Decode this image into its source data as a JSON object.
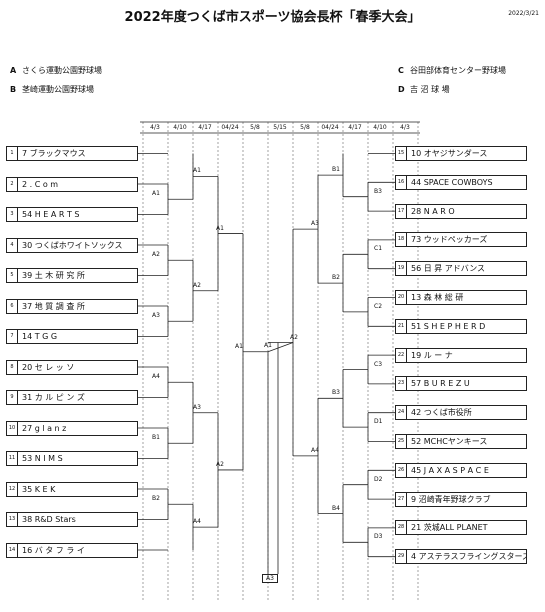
{
  "title": "2022年度つくば市スポーツ協会長杯「春季大会」",
  "date": "2022/3/21",
  "venues": [
    {
      "code": "A",
      "name": "さくら運動公園野球場"
    },
    {
      "code": "B",
      "name": "茎崎運動公園野球場"
    },
    {
      "code": "C",
      "name": "谷田部体育センター野球場"
    },
    {
      "code": "D",
      "name": "吉 沼 球 場"
    }
  ],
  "round_headers": [
    "4/3",
    "4/10",
    "4/17",
    "04/24",
    "5/8",
    "5/15",
    "5/8",
    "04/24",
    "4/17",
    "4/10",
    "4/3"
  ],
  "left_teams": [
    {
      "seed": "1",
      "name": "7 ブラックマウス"
    },
    {
      "seed": "2",
      "name": "2 .  C o m"
    },
    {
      "seed": "3",
      "name": "54 H E A R T S"
    },
    {
      "seed": "4",
      "name": "30 つくばホワイトソックス"
    },
    {
      "seed": "5",
      "name": "39 土 木 研 究 所"
    },
    {
      "seed": "6",
      "name": "37 地 質 調 査 所"
    },
    {
      "seed": "7",
      "name": "14 T    G    G"
    },
    {
      "seed": "8",
      "name": "20 セ  レ  ッ  ソ"
    },
    {
      "seed": "9",
      "name": "31 カ ル ピ ン ズ"
    },
    {
      "seed": "10",
      "name": "27 g  l a n z"
    },
    {
      "seed": "11",
      "name": "53 N  I  M  S"
    },
    {
      "seed": "12",
      "name": "35 K    E    K"
    },
    {
      "seed": "13",
      "name": "38 R&D Stars"
    },
    {
      "seed": "14",
      "name": "16 バ タ フ ラ イ"
    }
  ],
  "right_teams": [
    {
      "seed": "15",
      "name": "10 オヤジサンダース"
    },
    {
      "seed": "16",
      "name": "44 SPACE COWBOYS"
    },
    {
      "seed": "17",
      "name": "28 N  A  R  O"
    },
    {
      "seed": "18",
      "name": "73 ウッドペッカーズ"
    },
    {
      "seed": "19",
      "name": "56 日 昇 アドバンス"
    },
    {
      "seed": "20",
      "name": "13 森   林   総   研"
    },
    {
      "seed": "21",
      "name": "51 S H E P H E R D"
    },
    {
      "seed": "22",
      "name": "19 ル    ー    ナ"
    },
    {
      "seed": "23",
      "name": "57 B U R E Z U"
    },
    {
      "seed": "24",
      "name": "42 つくば市役所"
    },
    {
      "seed": "25",
      "name": "52 MCHCヤンキース"
    },
    {
      "seed": "26",
      "name": "45 J A X A  S P A C E"
    },
    {
      "seed": "27",
      "name": "9  沼崎青年野球クラブ"
    },
    {
      "seed": "28",
      "name": "21 茨城ALL PLANET"
    },
    {
      "seed": "29",
      "name": "4  アステラスフライングスターズ"
    }
  ],
  "match_labels": {
    "L_A1a": "A1",
    "L_A1b": "A1",
    "L_A2a": "A2",
    "L_A3a": "A3",
    "L_A4a": "A4",
    "L_B1": "B1",
    "L_B2": "B2",
    "L_A1c": "A1",
    "L_A2b": "A2",
    "L_A3b": "A3",
    "L_A4b": "A4",
    "L_A1d": "A1",
    "L_A2c": "A2",
    "L_A1e": "A1",
    "R_B1": "B1",
    "R_B3a": "B3",
    "R_C1": "C1",
    "R_C2": "C2",
    "R_C3": "C3",
    "R_D1": "D1",
    "R_D2": "D2",
    "R_D3": "D3",
    "R_B2": "B2",
    "R_B3b": "B3",
    "R_B4": "B4",
    "R_A3": "A3",
    "R_A4": "A4",
    "R_A2": "A2",
    "final": "A3"
  }
}
